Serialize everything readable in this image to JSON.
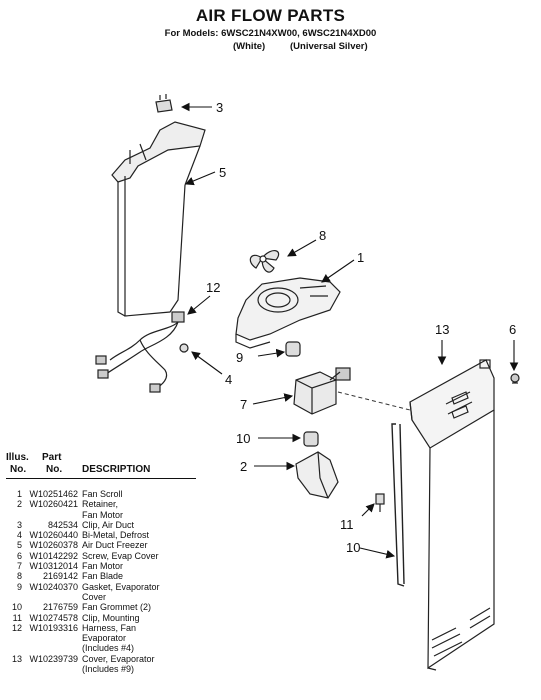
{
  "header": {
    "title": "AIR FLOW PARTS",
    "models": "For Models: 6WSC21N4XW00, 6WSC21N4XD00",
    "variant_1": "(White)",
    "variant_2": "(Universal Silver)"
  },
  "callouts": [
    "1",
    "2",
    "3",
    "4",
    "5",
    "6",
    "7",
    "8",
    "9",
    "10",
    "10",
    "11",
    "12",
    "13"
  ],
  "table": {
    "header_illus": "Illus.",
    "header_illus_no": "No.",
    "header_part": "Part",
    "header_part_no": "No.",
    "header_description": "DESCRIPTION",
    "rows": [
      {
        "illus": "1",
        "part": "W10251462",
        "description": "Fan Scroll"
      },
      {
        "illus": "2",
        "part": "W10260421",
        "description": "Retainer,\nFan Motor"
      },
      {
        "illus": "3",
        "part": "842534",
        "description": "Clip, Air Duct"
      },
      {
        "illus": "4",
        "part": "W10260440",
        "description": "Bi-Metal, Defrost"
      },
      {
        "illus": "5",
        "part": "W10260378",
        "description": "Air Duct Freezer"
      },
      {
        "illus": "6",
        "part": "W10142292",
        "description": "Screw, Evap Cover"
      },
      {
        "illus": "7",
        "part": "W10312014",
        "description": "Fan Motor"
      },
      {
        "illus": "8",
        "part": "2169142",
        "description": "Fan Blade"
      },
      {
        "illus": "9",
        "part": "W10240370",
        "description": "Gasket, Evaporator\nCover"
      },
      {
        "illus": "10",
        "part": "2176759",
        "description": "Fan Grommet (2)"
      },
      {
        "illus": "11",
        "part": "W10274578",
        "description": "Clip, Mounting"
      },
      {
        "illus": "12",
        "part": "W10193316",
        "description": "Harness, Fan\nEvaporator\n(Includes #4)"
      },
      {
        "illus": "13",
        "part": "W10239739",
        "description": "Cover, Evaporator\n(Includes #9)"
      }
    ]
  }
}
